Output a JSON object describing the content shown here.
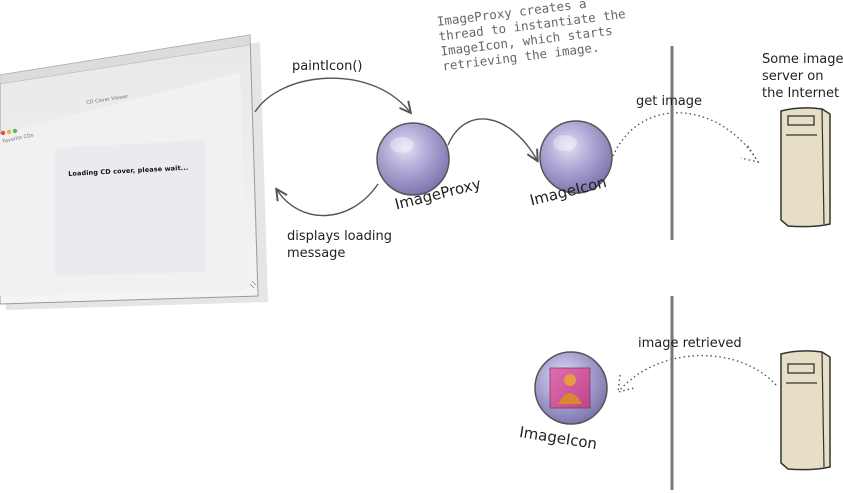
{
  "window": {
    "title": "CD Cover Viewer",
    "menu_label": "Favorite CDs",
    "loading_message": "Loading CD cover, please wait..."
  },
  "labels": {
    "paint_icon": "paintIcon()",
    "displays_loading_line1": "displays loading",
    "displays_loading_line2": "message",
    "image_proxy": "ImageProxy",
    "image_icon_top": "ImageIcon",
    "image_icon_bottom": "ImageIcon",
    "get_image": "get image",
    "image_retrieved": "image retrieved"
  },
  "note": {
    "line1": "ImageProxy creates a",
    "line2": "thread to instantiate the",
    "line3": "ImageIcon, which starts",
    "line4": "retrieving the image."
  },
  "server": {
    "line1": "Some image",
    "line2": "server on",
    "line3": "the Internet"
  },
  "colors": {
    "orb": "#9b95c8",
    "server": "#e6dfc5",
    "divider": "#777777",
    "arrow": "#555555"
  }
}
